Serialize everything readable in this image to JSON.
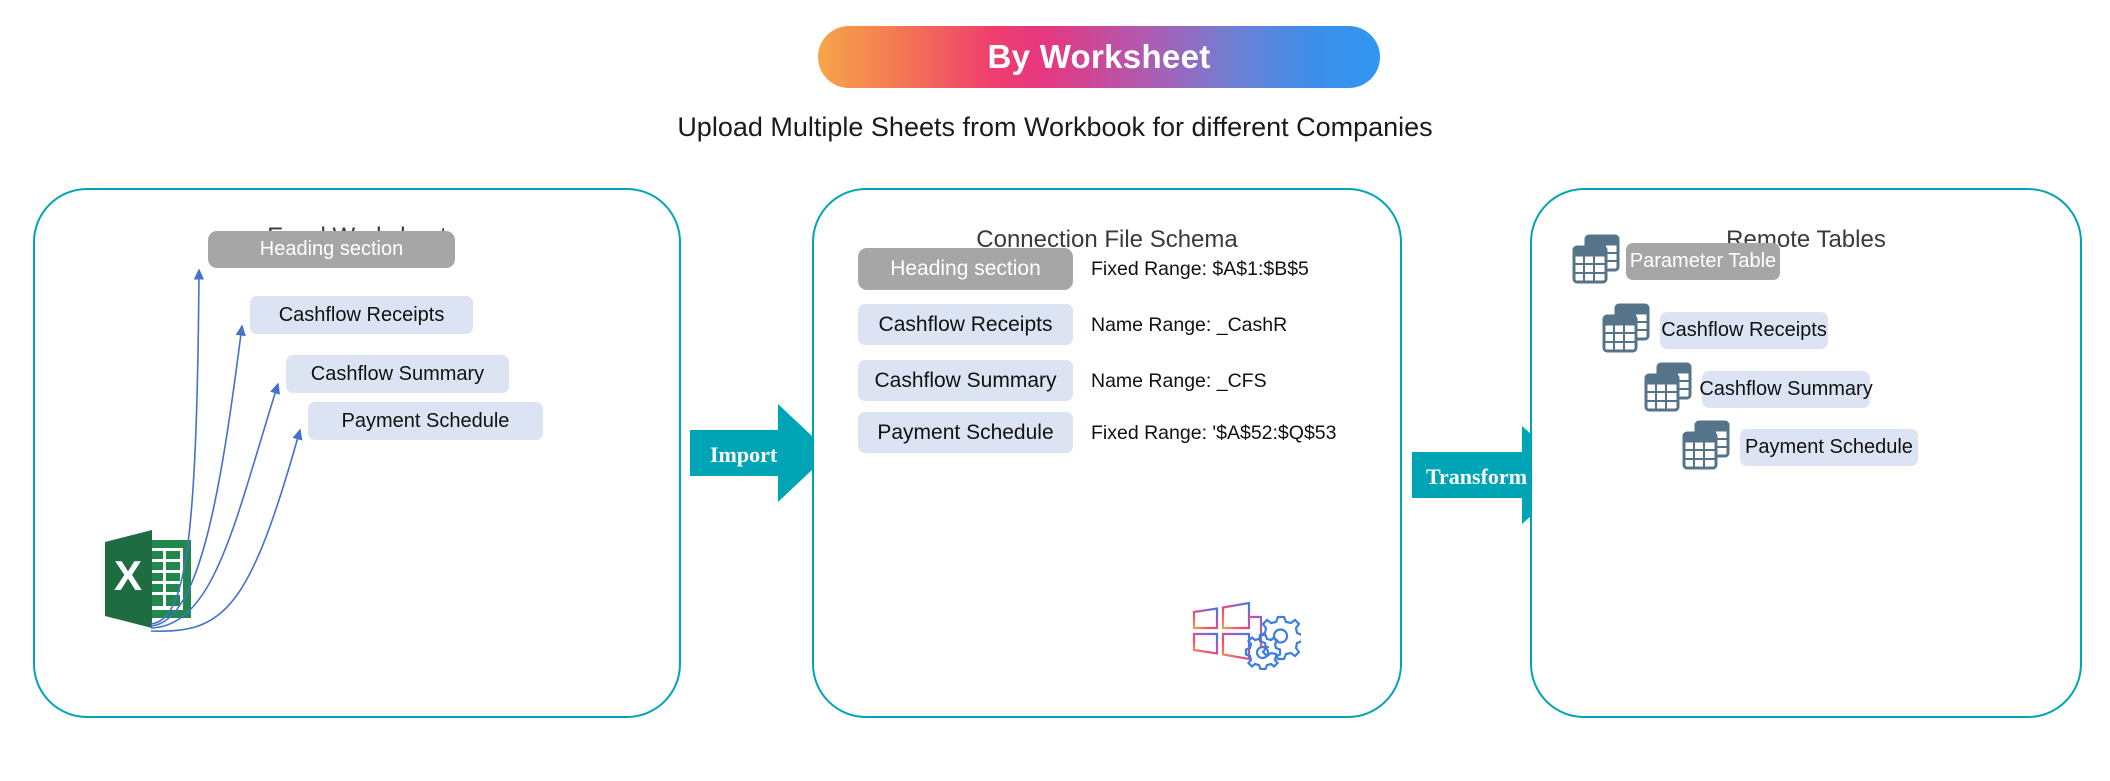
{
  "header": {
    "banner_title": "By Worksheet",
    "subtitle": "Upload Multiple Sheets from Workbook for different Companies",
    "gradient_from": "#f6a54a",
    "gradient_mid": "#e6377f",
    "gradient_to": "#2f97f2"
  },
  "theme": {
    "panel_border": "#00a5b5",
    "arrow_fill": "#00a5b5",
    "chip_gray": "#a6a6a6",
    "chip_blue": "#dce3f3",
    "connector_blue": "#4472c4",
    "excel_green_dark": "#1e6c41",
    "excel_green_light": "#21874d",
    "table_icon_slate": "#55748a"
  },
  "panels": {
    "excel": {
      "title": "Excel Worksheet",
      "icon_name": "excel-file-icon",
      "items": [
        {
          "label": "Heading section",
          "style": "gray"
        },
        {
          "label": "Cashflow Receipts",
          "style": "blue"
        },
        {
          "label": "Cashflow Summary",
          "style": "blue"
        },
        {
          "label": "Payment Schedule",
          "style": "blue"
        }
      ]
    },
    "schema": {
      "title": "Connection File Schema",
      "deco_icon_name": "windows-gears-icon",
      "items": [
        {
          "label": "Heading section",
          "style": "gray",
          "range": "Fixed Range: $A$1:$B$5"
        },
        {
          "label": "Cashflow Receipts",
          "style": "blue",
          "range": "Name Range: _CashR"
        },
        {
          "label": "Cashflow Summary",
          "style": "blue",
          "range": "Name Range: _CFS"
        },
        {
          "label": "Payment Schedule",
          "style": "blue",
          "range": "Fixed Range: '$A$52:$Q$53"
        }
      ]
    },
    "remote": {
      "title": "Remote Tables",
      "items": [
        {
          "label": "Parameter Table",
          "style": "gray",
          "icon_name": "table-stack-icon"
        },
        {
          "label": "Cashflow Receipts",
          "style": "blue",
          "icon_name": "table-stack-icon"
        },
        {
          "label": "Cashflow Summary",
          "style": "blue",
          "icon_name": "table-stack-icon"
        },
        {
          "label": "Payment Schedule",
          "style": "blue",
          "icon_name": "table-stack-icon"
        }
      ]
    }
  },
  "flows": [
    {
      "label": "Import",
      "icon_name": "right-arrow-icon"
    },
    {
      "label": "Transform",
      "icon_name": "right-arrow-icon"
    }
  ]
}
